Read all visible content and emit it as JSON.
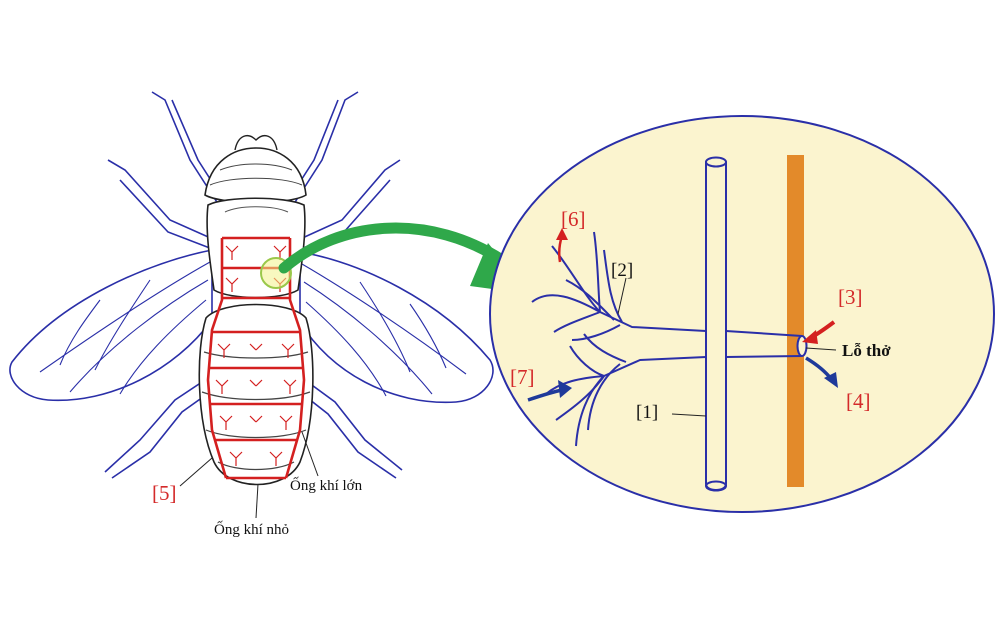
{
  "labels": {
    "n1": "[1]",
    "n2": "[2]",
    "n3": "[3]",
    "n4": "[4]",
    "n5": "[5]",
    "n6": "[6]",
    "n7": "[7]",
    "spiracle": "Lỗ thở",
    "large_trachea": "Ống khí lớn",
    "small_trachea": "Ống khí nhỏ"
  },
  "colors": {
    "outline": "#2a2fa8",
    "trachea_red": "#d42020",
    "arrow_green": "#2fa84a",
    "zoom_fill": "#fbf4cf",
    "wall_orange": "#e38a2a",
    "label_red": "#d42a2a",
    "arrow_blue": "#1f3a9a",
    "arrow_red": "#d42020"
  },
  "icons": {
    "magnify_circle": "zoom-circle",
    "connector_arrow": "curved-arrow"
  }
}
